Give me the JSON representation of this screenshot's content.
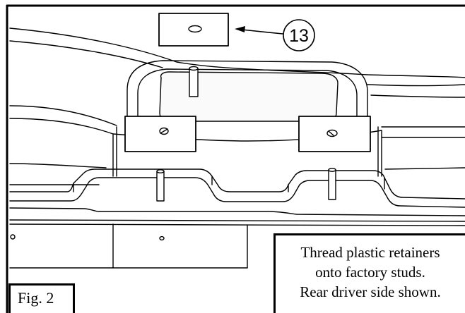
{
  "figure": {
    "label": "Fig. 2"
  },
  "callout": {
    "part_number": "13"
  },
  "instructions": {
    "line1": "Thread plastic retainers",
    "line2": "onto factory studs.",
    "line3": "Rear driver side shown."
  },
  "colors": {
    "line": "#000000",
    "background": "#ffffff",
    "shade": "#e6e6e6"
  }
}
